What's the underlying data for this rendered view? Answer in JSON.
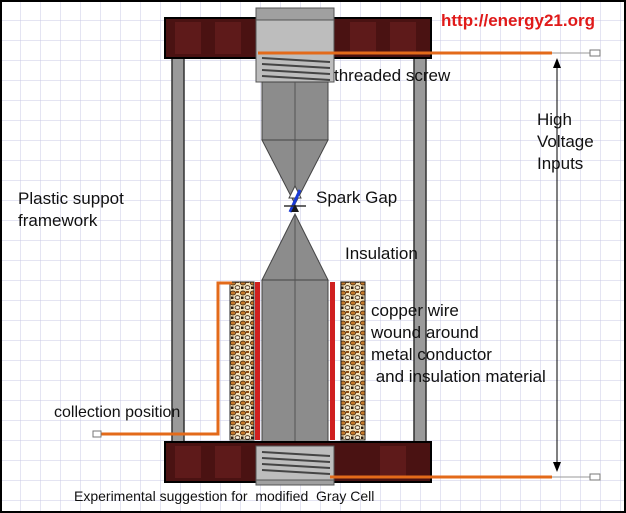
{
  "source_url": "http://energy21.org",
  "labels": {
    "threaded_screw": "threaded screw",
    "high_voltage_1": "High",
    "high_voltage_2": "Voltage",
    "high_voltage_3": "Inputs",
    "plastic_1": "Plastic suppot",
    "plastic_2": "framework",
    "spark_gap": "Spark Gap",
    "insulation": "Insulation",
    "copper_1": "copper wire",
    "copper_2": "wound around",
    "copper_3": "metal conductor",
    "copper_4": " and insulation material",
    "collection": "collection position"
  },
  "caption": "Experimental suggestion for  modified  Gray Cell",
  "colors": {
    "grid": "#c9c9e6",
    "frame": "#4a1212",
    "post": "#9a9a9a",
    "cone": "#8c8c8c",
    "wire": "#e36a1a",
    "insulation_strip": "#d02020",
    "url": "#e01a1a"
  }
}
